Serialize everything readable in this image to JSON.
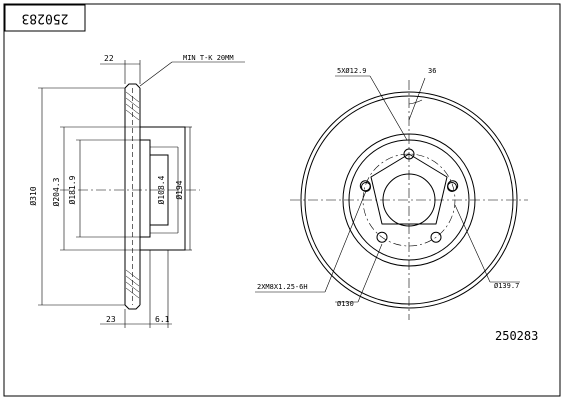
{
  "part_number": "250283",
  "part_number_rotated": "250283",
  "side_view": {
    "label_disc_thickness": "22",
    "label_min_thickness": "MIN T-K 20MM",
    "label_outer_diameter": "Ø310",
    "label_hat_diameter": "Ø204.3",
    "label_bore_inner": "Ø181.9",
    "label_center_diameter": "Ø108.4",
    "label_hub_diameter": "Ø194",
    "label_height": "23",
    "label_offset": "6.1"
  },
  "front_view": {
    "label_bolt_holes": "5XØ12.9",
    "label_angle": "36",
    "label_thread": "2XM8X1.25-6H",
    "label_pcd_130": "Ø130",
    "label_pcd_139": "Ø139.7"
  }
}
